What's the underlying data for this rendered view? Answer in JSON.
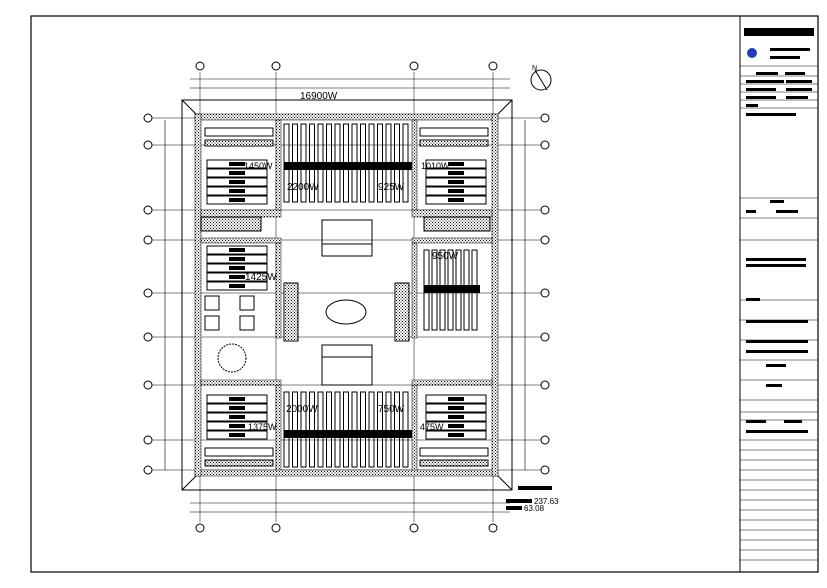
{
  "drawing": {
    "total_load": "16900W",
    "room_loads": {
      "top_left_bay": "2200W",
      "top_right_bay": "925W",
      "top_left_room": "1450W",
      "top_right_room": "1010W",
      "mid_left_room": "1425W",
      "mid_right_room": "950W",
      "bottom_left_bay": "2000W",
      "bottom_right_bay": "750W",
      "bottom_left_room": "1375W",
      "bottom_right_room": "475W"
    },
    "area_values": {
      "building_area": "237.63",
      "usable_area": "63.08"
    }
  },
  "colors": {
    "line": "#000000",
    "logo": "#1f3fbf"
  }
}
